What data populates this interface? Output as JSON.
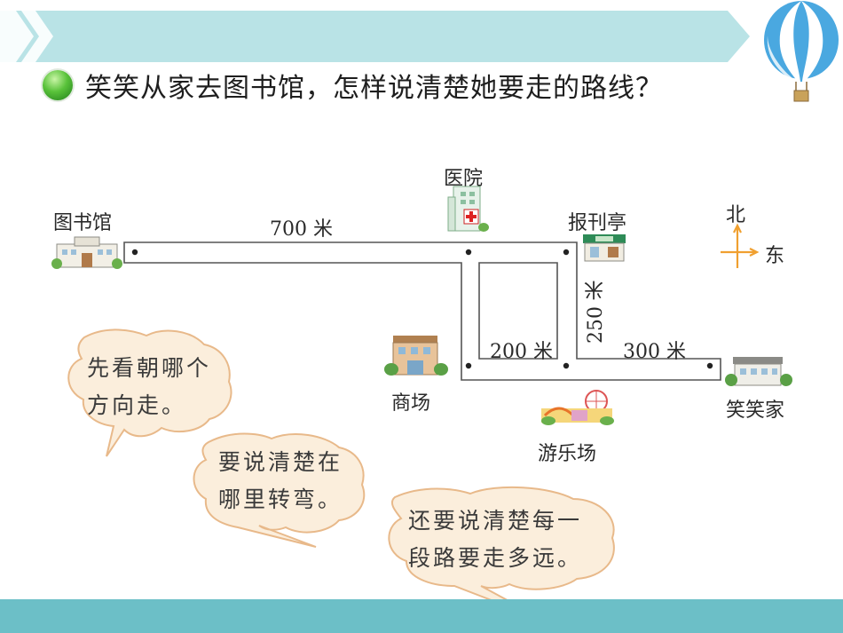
{
  "question": "笑笑从家去图书馆，怎样说清楚她要走的路线？",
  "places": {
    "library": "图书馆",
    "hospital": "医院",
    "newsstand": "报刊亭",
    "mall": "商场",
    "amusement_park": "游乐场",
    "home": "笑笑家"
  },
  "distances": {
    "library_to_hospital": "700 米",
    "newsstand_to_turn": "250 米",
    "mall_to_park": "200 米",
    "turn_to_home": "300 米"
  },
  "compass": {
    "north": "北",
    "east": "东"
  },
  "bubbles": [
    {
      "line1": "先看朝哪个",
      "line2": "方向走。"
    },
    {
      "line1": "要说清楚在",
      "line2": "哪里转弯。"
    },
    {
      "line1": "还要说清楚每一",
      "line2": "段路要走多远。"
    }
  ],
  "colors": {
    "header": "#b9e3e6",
    "footer": "#6cbfc7",
    "bubble_fill": "#fbeedc",
    "bubble_stroke": "#e8b98a",
    "compass": "#f0a030"
  }
}
